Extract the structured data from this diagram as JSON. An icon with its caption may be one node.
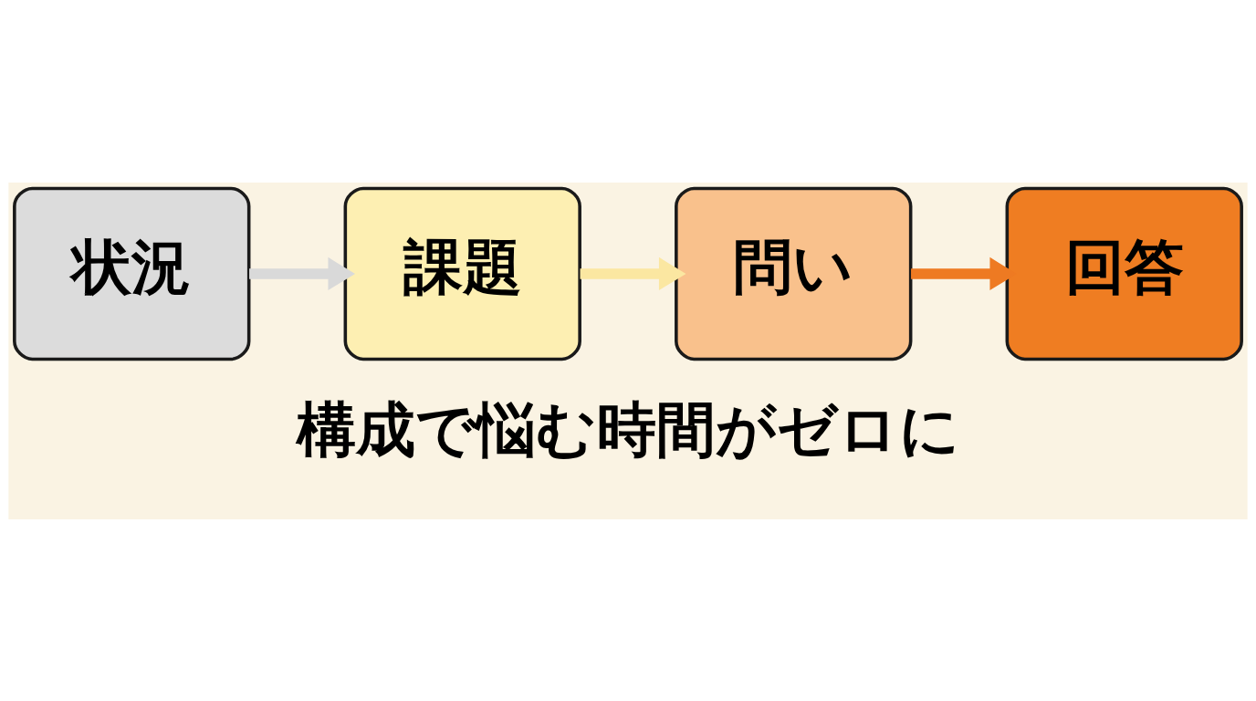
{
  "diagram": {
    "caption": "構成で悩む時間がゼロに",
    "nodes": [
      {
        "text": [
          "状況"
        ]
      },
      {
        "text": [
          "課題"
        ]
      },
      {
        "text": [
          "問い"
        ]
      },
      {
        "text": [
          "回答"
        ]
      }
    ],
    "edges": [
      {
        "from": 0,
        "to": 1,
        "arrow": "to",
        "color": "#d9d9d9"
      },
      {
        "from": 1,
        "to": 2,
        "arrow": "to",
        "color": "#fbe7a1"
      },
      {
        "from": 2,
        "to": 3,
        "arrow": "to",
        "color": "#ee7a22"
      }
    ]
  }
}
